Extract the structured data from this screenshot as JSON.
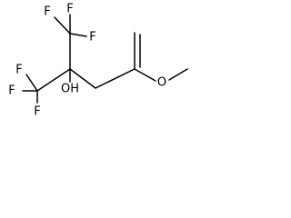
{
  "molecule": {
    "atoms": {
      "F_top_left": "F",
      "F_top_center": "F",
      "F_top_right": "F",
      "F_mid_left": "F",
      "F_left": "F",
      "F_bottom": "F",
      "OH": "OH",
      "O": "O"
    }
  }
}
